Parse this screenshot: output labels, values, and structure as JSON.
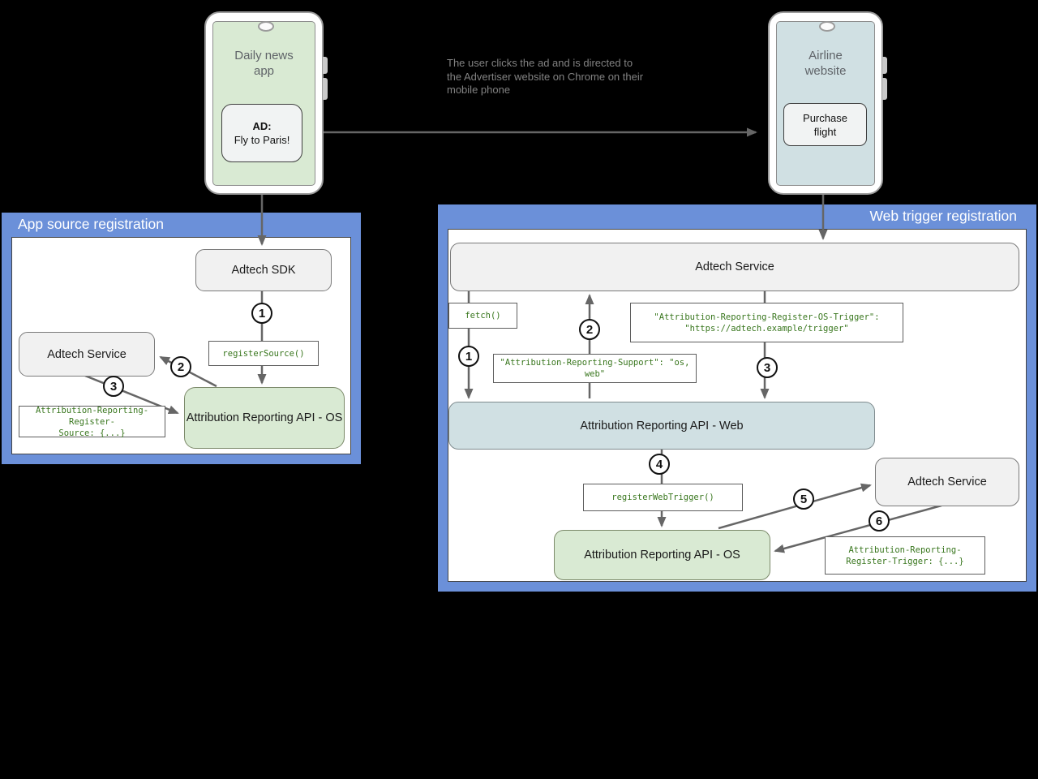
{
  "colors": {
    "panel_blue": "#6b90d9",
    "green_fill": "#d9ead3",
    "blue_fill": "#d0e0e3",
    "gray_fill": "#f1f1f1",
    "code_green": "#38761d",
    "arrow_gray": "#666666"
  },
  "annotation": "The user clicks the ad and is directed to the Advertiser website on Chrome on their mobile phone",
  "phones": {
    "news": {
      "title": "Daily news app",
      "ad_heading": "AD:",
      "ad_text": "Fly to Paris!"
    },
    "airline": {
      "title": "Airline website",
      "button": "Purchase flight"
    }
  },
  "app_source_panel": {
    "title": "App source registration",
    "adtech_sdk": "Adtech SDK",
    "adtech_service": "Adtech Service",
    "register_source_call": "registerSource()",
    "api_os": "Attribution Reporting API - OS",
    "register_source_header": "Attribution-Reporting-Register-\nSource: {...}",
    "steps": [
      "1",
      "2",
      "3"
    ]
  },
  "web_trigger_panel": {
    "title": "Web trigger registration",
    "adtech_service_top": "Adtech Service",
    "fetch_call": "fetch()",
    "os_trigger_header": "\"Attribution-Reporting-Register-OS-Trigger\":\n\"https://adtech.example/trigger\"",
    "support_header": "\"Attribution-Reporting-Support\": \"os, web\"",
    "api_web": "Attribution Reporting API - Web",
    "register_web_trigger_call": "registerWebTrigger()",
    "api_os": "Attribution Reporting API - OS",
    "adtech_service_right": "Adtech Service",
    "register_trigger_header": "Attribution-Reporting-\nRegister-Trigger: {...}",
    "steps": [
      "1",
      "2",
      "3",
      "4",
      "5",
      "6"
    ]
  }
}
